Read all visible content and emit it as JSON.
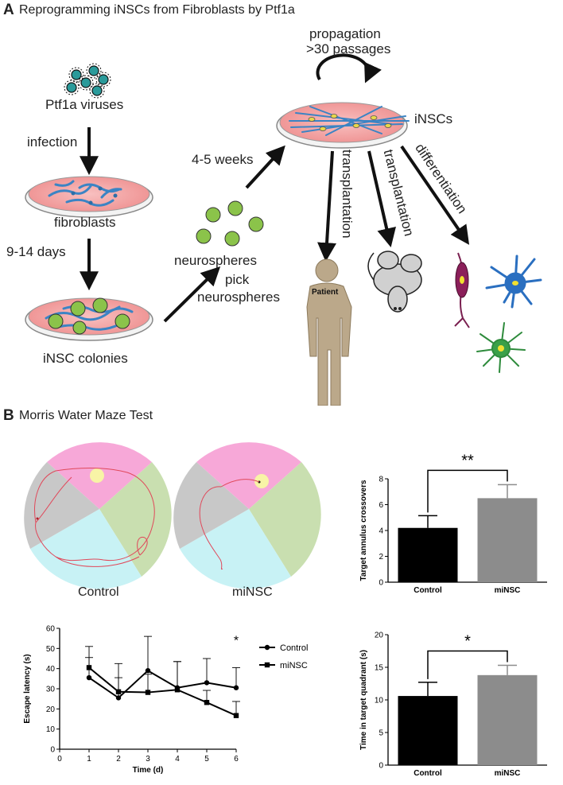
{
  "panel_a": {
    "letter": "A",
    "title": "Reprogramming iNSCs from Fibroblasts by Ptf1a",
    "labels": {
      "virus": "Ptf1a viruses",
      "infection": "infection",
      "fibroblasts": "fibroblasts",
      "days": "9-14 days",
      "colonies": "iNSC colonies",
      "pick": "pick",
      "pick2": "neurospheres",
      "neurospheres": "neurospheres",
      "weeks": "4-5 weeks",
      "propagation": "propagation",
      "passages": ">30 passages",
      "insc": "iNSCs",
      "transplant1": "transplantation",
      "transplant2": "transplantation",
      "differentiation": "differentiation",
      "patient": "Patient"
    }
  },
  "panel_b": {
    "letter": "B",
    "title": "Morris Water Maze Test",
    "maze_labels": [
      "Control",
      "miNSC"
    ]
  },
  "colors": {
    "dish": "#f4a7a7",
    "fibroblast": "#4a90c8",
    "sphere": "#7cbf4a",
    "quad_pink": "#f7a8d8",
    "quad_green": "#c9dfb0",
    "quad_cyan": "#c8f2f5",
    "quad_gray": "#c8c8c8",
    "platform": "#f8f4a6",
    "track": "#e0485a",
    "bar_control": "#000000",
    "bar_minsc": "#8c8c8c"
  },
  "chart_data": [
    {
      "type": "bar",
      "categories": [
        "Control",
        "miNSC"
      ],
      "values": [
        4.2,
        6.5
      ],
      "errors": [
        0.95,
        1.05
      ],
      "ylabel": "Target annulus crossovers",
      "ylim": [
        0,
        8
      ],
      "yticks": [
        0,
        2,
        4,
        6,
        8
      ],
      "significance": "**"
    },
    {
      "type": "line",
      "x": [
        1,
        2,
        3,
        4,
        5,
        6
      ],
      "xlim": [
        0,
        6
      ],
      "ylim": [
        0,
        60
      ],
      "xticks": [
        0,
        1,
        2,
        3,
        4,
        5,
        6
      ],
      "yticks": [
        0,
        10,
        20,
        30,
        40,
        50,
        60
      ],
      "xlabel": "Time (d)",
      "ylabel": "Escape latency  (s)",
      "significance": "*",
      "series": [
        {
          "name": "Control",
          "marker": "circle",
          "values": [
            35.5,
            25.5,
            39,
            30.5,
            33,
            30.5
          ],
          "errors": [
            10,
            10,
            17,
            13,
            12,
            10
          ]
        },
        {
          "name": "miNSC",
          "marker": "square",
          "values": [
            40.5,
            28.5,
            28.2,
            29.5,
            23.2,
            16.7
          ],
          "errors": [
            10.5,
            14,
            9,
            14,
            6,
            7
          ]
        }
      ]
    },
    {
      "type": "bar",
      "categories": [
        "Control",
        "miNSC"
      ],
      "values": [
        10.6,
        13.8
      ],
      "errors": [
        2.1,
        1.5
      ],
      "ylabel": "Time in target quadrant (s)",
      "ylim": [
        0,
        20
      ],
      "yticks": [
        0,
        5,
        10,
        15,
        20
      ],
      "significance": "*"
    }
  ]
}
